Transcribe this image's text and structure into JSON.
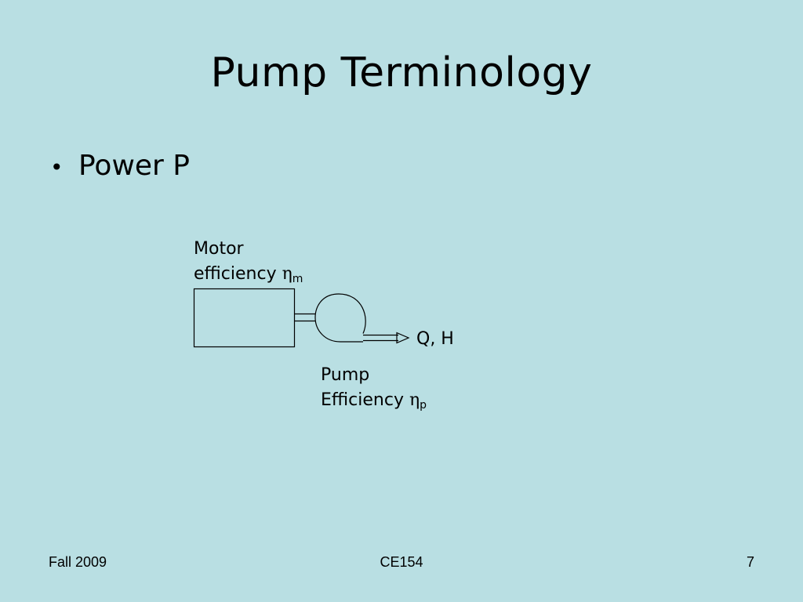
{
  "slide": {
    "title": "Pump Terminology",
    "bullets": [
      {
        "text": "Power P"
      }
    ]
  },
  "diagram": {
    "motor_label_line1": "Motor",
    "motor_label_line2": "efficiency ",
    "motor_eta": "η",
    "motor_sub": "m",
    "output_label": "Q, H",
    "pump_label_line1": "Pump",
    "pump_label_line2": "Efficiency ",
    "pump_eta": "η",
    "pump_sub": "p"
  },
  "footer": {
    "left": "Fall 2009",
    "center": "CE154",
    "right": "7"
  }
}
